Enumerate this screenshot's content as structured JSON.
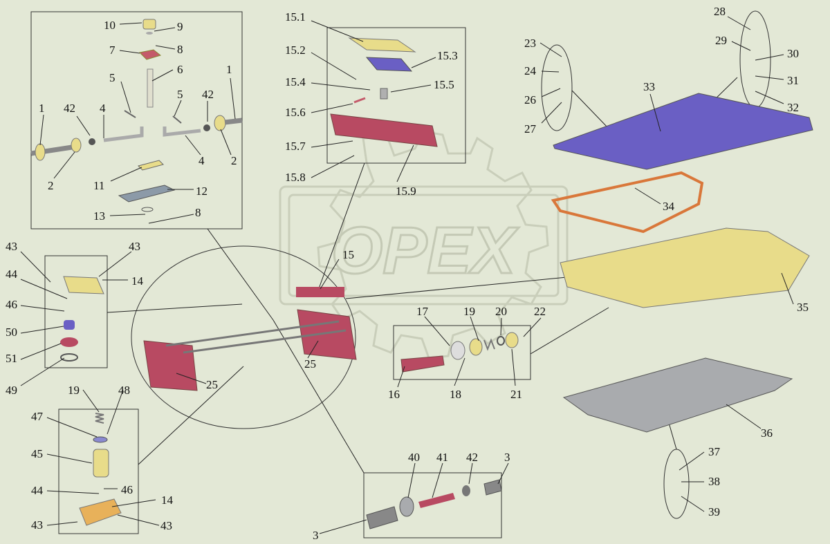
{
  "watermark": {
    "text": "OPEX"
  },
  "colors": {
    "background": "#e3e8d6",
    "part_yellow": "#e8dc8a",
    "part_purple": "#6a5fc4",
    "part_red": "#b84a62",
    "part_orange": "#d99a55",
    "part_grey": "#a9abae",
    "part_steel": "#8c8f94"
  },
  "callouts": [
    {
      "id": "c10",
      "text": "10"
    },
    {
      "id": "c9",
      "text": "9"
    },
    {
      "id": "c7",
      "text": "7"
    },
    {
      "id": "c8a",
      "text": "8"
    },
    {
      "id": "c6",
      "text": "6"
    },
    {
      "id": "c5a",
      "text": "5"
    },
    {
      "id": "c5b",
      "text": "5"
    },
    {
      "id": "c42a",
      "text": "42"
    },
    {
      "id": "c1a",
      "text": "1"
    },
    {
      "id": "c1b",
      "text": "1"
    },
    {
      "id": "c42b",
      "text": "42"
    },
    {
      "id": "c4a",
      "text": "4"
    },
    {
      "id": "c4b",
      "text": "4"
    },
    {
      "id": "c2a",
      "text": "2"
    },
    {
      "id": "c2b",
      "text": "2"
    },
    {
      "id": "c11",
      "text": "11"
    },
    {
      "id": "c12",
      "text": "12"
    },
    {
      "id": "c13",
      "text": "13"
    },
    {
      "id": "c8b",
      "text": "8"
    },
    {
      "id": "c15_1",
      "text": "15.1"
    },
    {
      "id": "c15_2",
      "text": "15.2"
    },
    {
      "id": "c15_3",
      "text": "15.3"
    },
    {
      "id": "c15_4",
      "text": "15.4"
    },
    {
      "id": "c15_5",
      "text": "15.5"
    },
    {
      "id": "c15_6",
      "text": "15.6"
    },
    {
      "id": "c15_7",
      "text": "15.7"
    },
    {
      "id": "c15_8",
      "text": "15.8"
    },
    {
      "id": "c15_9",
      "text": "15.9"
    },
    {
      "id": "c28",
      "text": "28"
    },
    {
      "id": "c29",
      "text": "29"
    },
    {
      "id": "c30",
      "text": "30"
    },
    {
      "id": "c31",
      "text": "31"
    },
    {
      "id": "c32",
      "text": "32"
    },
    {
      "id": "c23",
      "text": "23"
    },
    {
      "id": "c24",
      "text": "24"
    },
    {
      "id": "c26",
      "text": "26"
    },
    {
      "id": "c27",
      "text": "27"
    },
    {
      "id": "c33",
      "text": "33"
    },
    {
      "id": "c34",
      "text": "34"
    },
    {
      "id": "c35",
      "text": "35"
    },
    {
      "id": "c43a",
      "text": "43"
    },
    {
      "id": "c43b",
      "text": "43"
    },
    {
      "id": "c44a",
      "text": "44"
    },
    {
      "id": "c14a",
      "text": "14"
    },
    {
      "id": "c46a",
      "text": "46"
    },
    {
      "id": "c50",
      "text": "50"
    },
    {
      "id": "c51",
      "text": "51"
    },
    {
      "id": "c49",
      "text": "49"
    },
    {
      "id": "c15",
      "text": "15"
    },
    {
      "id": "c25a",
      "text": "25"
    },
    {
      "id": "c25b",
      "text": "25"
    },
    {
      "id": "c17",
      "text": "17"
    },
    {
      "id": "c19a",
      "text": "19"
    },
    {
      "id": "c20",
      "text": "20"
    },
    {
      "id": "c22",
      "text": "22"
    },
    {
      "id": "c16",
      "text": "16"
    },
    {
      "id": "c18",
      "text": "18"
    },
    {
      "id": "c21",
      "text": "21"
    },
    {
      "id": "c36",
      "text": "36"
    },
    {
      "id": "c37",
      "text": "37"
    },
    {
      "id": "c38",
      "text": "38"
    },
    {
      "id": "c39",
      "text": "39"
    },
    {
      "id": "c19b",
      "text": "19"
    },
    {
      "id": "c48",
      "text": "48"
    },
    {
      "id": "c47",
      "text": "47"
    },
    {
      "id": "c45",
      "text": "45"
    },
    {
      "id": "c46b",
      "text": "46"
    },
    {
      "id": "c44b",
      "text": "44"
    },
    {
      "id": "c14b",
      "text": "14"
    },
    {
      "id": "c43c",
      "text": "43"
    },
    {
      "id": "c43d",
      "text": "43"
    },
    {
      "id": "c40",
      "text": "40"
    },
    {
      "id": "c41",
      "text": "41"
    },
    {
      "id": "c42c",
      "text": "42"
    },
    {
      "id": "c3a",
      "text": "3"
    },
    {
      "id": "c3b",
      "text": "3"
    }
  ]
}
